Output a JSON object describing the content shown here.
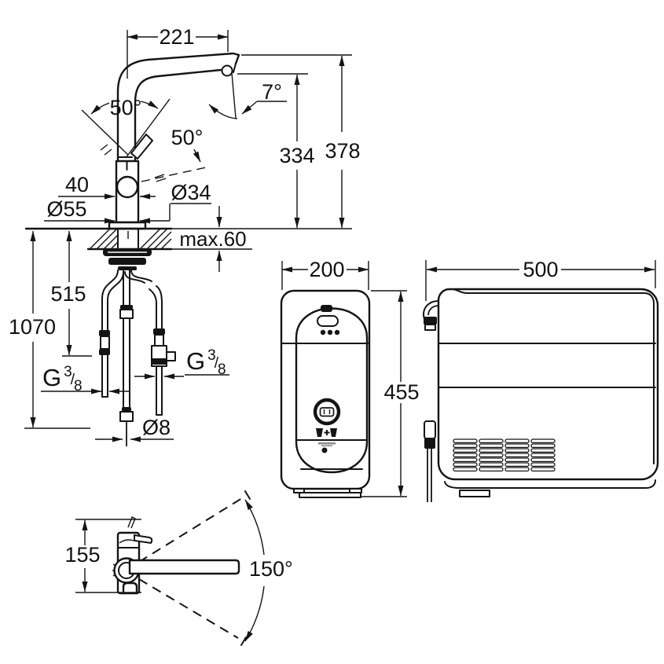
{
  "drawing": {
    "faucet_side": {
      "spout_reach": "221",
      "spout_end_angle": "7°",
      "handle_swing_upper": "50°",
      "handle_swing_lower": "50°",
      "height_outlet": "334",
      "height_total": "378",
      "body_width": "40",
      "base_diameter": "Ø55",
      "shank_diameter": "Ø34",
      "max_counter_thickness": "max.60"
    },
    "hoses": {
      "length_to_valve": "515",
      "length_total": "1070",
      "thread_left": {
        "letter": "G",
        "sup": "3",
        "slash": "/",
        "sub": "8"
      },
      "thread_right": {
        "letter": "G",
        "sup": "3",
        "slash": "/",
        "sub": "8"
      },
      "hose_diameter": "Ø8"
    },
    "chiller_front": {
      "width": "200",
      "height": "455"
    },
    "chiller_side": {
      "depth": "500"
    },
    "faucet_top": {
      "body_depth": "155",
      "swivel_angle": "150°"
    }
  },
  "colors": {
    "line": "#141414",
    "background": "#ffffff"
  }
}
